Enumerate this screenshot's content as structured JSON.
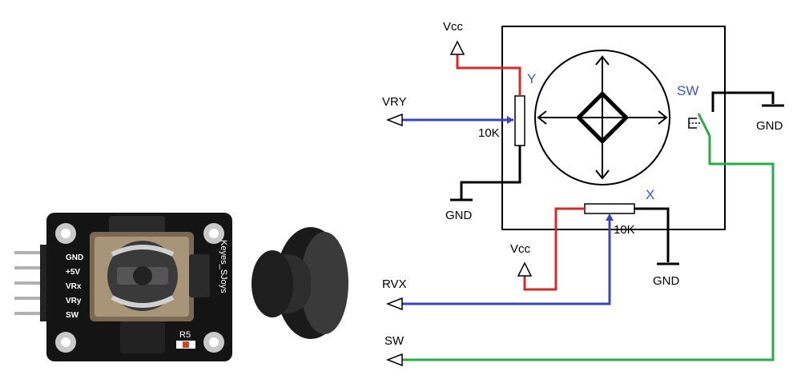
{
  "module": {
    "pins": [
      "GND",
      "+5V",
      "VRx",
      "VRy",
      "SW"
    ],
    "side_label": "Keyes_SJoys",
    "resistor_label": "R5"
  },
  "schematic": {
    "y_pot": {
      "axis_label": "Y",
      "value": "10K"
    },
    "x_pot": {
      "axis_label": "X",
      "value": "10K"
    },
    "switch_label": "SW",
    "vcc_top": "Vcc",
    "vcc_bottom": "Vcc",
    "gnd_y": "GND",
    "gnd_x": "GND",
    "gnd_sw": "GND",
    "out_vry": "VRY",
    "out_rvx": "RVX",
    "out_sw": "SW"
  },
  "colors": {
    "vcc_wire": "#d42a2a",
    "signal_wire": "#3a46b8",
    "switch_wire": "#2aa84a",
    "ground_wire": "#000000",
    "pcb": "#141414",
    "label_blue": "#3a56c6"
  }
}
